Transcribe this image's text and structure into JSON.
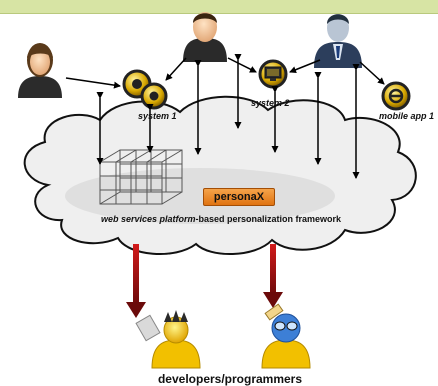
{
  "header": {
    "text": ""
  },
  "systems": [
    {
      "label": "system 1",
      "icon": "gear-system-icon"
    },
    {
      "label": "system 2",
      "icon": "monitor-system-icon"
    },
    {
      "label": "mobile app 1",
      "icon": "mobile-app-icon"
    }
  ],
  "users": [
    {
      "icon": "woman-user-icon"
    },
    {
      "icon": "man-user-icon"
    },
    {
      "icon": "businessman-user-icon"
    }
  ],
  "framework": {
    "badge": "personaX",
    "label_italic": "web services platform",
    "label_rest": "-based personalization framework"
  },
  "developers": {
    "caption": "developers/programmers"
  },
  "colors": {
    "header_band": "#d7e4a4",
    "badge": "#e07312",
    "dev_arrow": "#b01414",
    "cloud_fill": "#eeeeee"
  }
}
